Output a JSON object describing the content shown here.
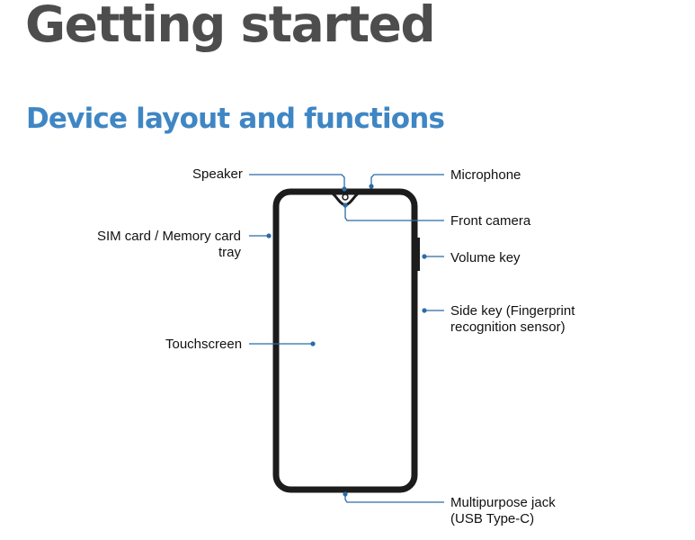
{
  "page": {
    "title": "Getting started",
    "subtitle": "Device layout and functions",
    "title_color": "#4d4d4d",
    "subtitle_color": "#3f86c4",
    "callout_color": "#2a6ba8",
    "device_color": "#1c1c1c"
  },
  "labels": {
    "speaker": "Speaker",
    "microphone": "Microphone",
    "front_camera": "Front camera",
    "sim_tray_line1": "SIM card / Memory card",
    "sim_tray_line2": "tray",
    "volume_key": "Volume key",
    "side_key_line1": "Side key (Fingerprint",
    "side_key_line2": "recognition sensor)",
    "touchscreen": "Touchscreen",
    "jack_line1": "Multipurpose jack",
    "jack_line2": "(USB Type-C)"
  }
}
